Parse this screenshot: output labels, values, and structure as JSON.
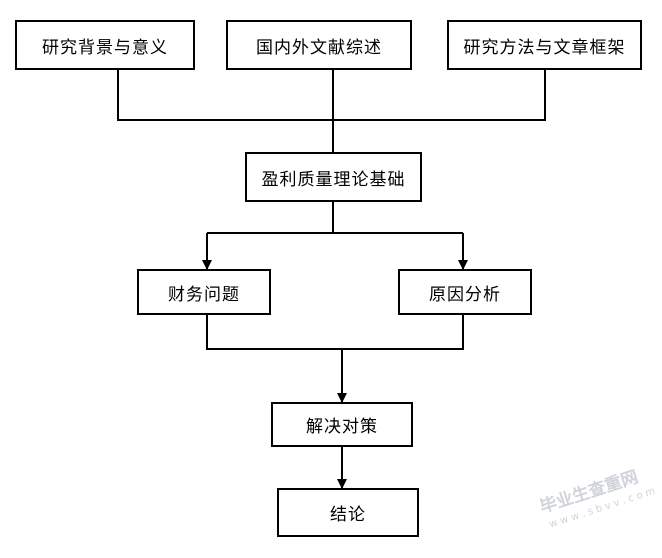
{
  "nodes": {
    "background": "研究背景与意义",
    "literature": "国内外文献综述",
    "methods": "研究方法与文章框架",
    "theory": "盈利质量理论基础",
    "finance_issues": "财务问题",
    "causes": "原因分析",
    "solutions": "解决对策",
    "conclusion": "结论"
  },
  "watermark": {
    "text": "毕业生查重网",
    "url": "w w w . s b v v . c o m"
  },
  "colors": {
    "stroke": "#000000",
    "watermark": "#c9ccd6"
  }
}
